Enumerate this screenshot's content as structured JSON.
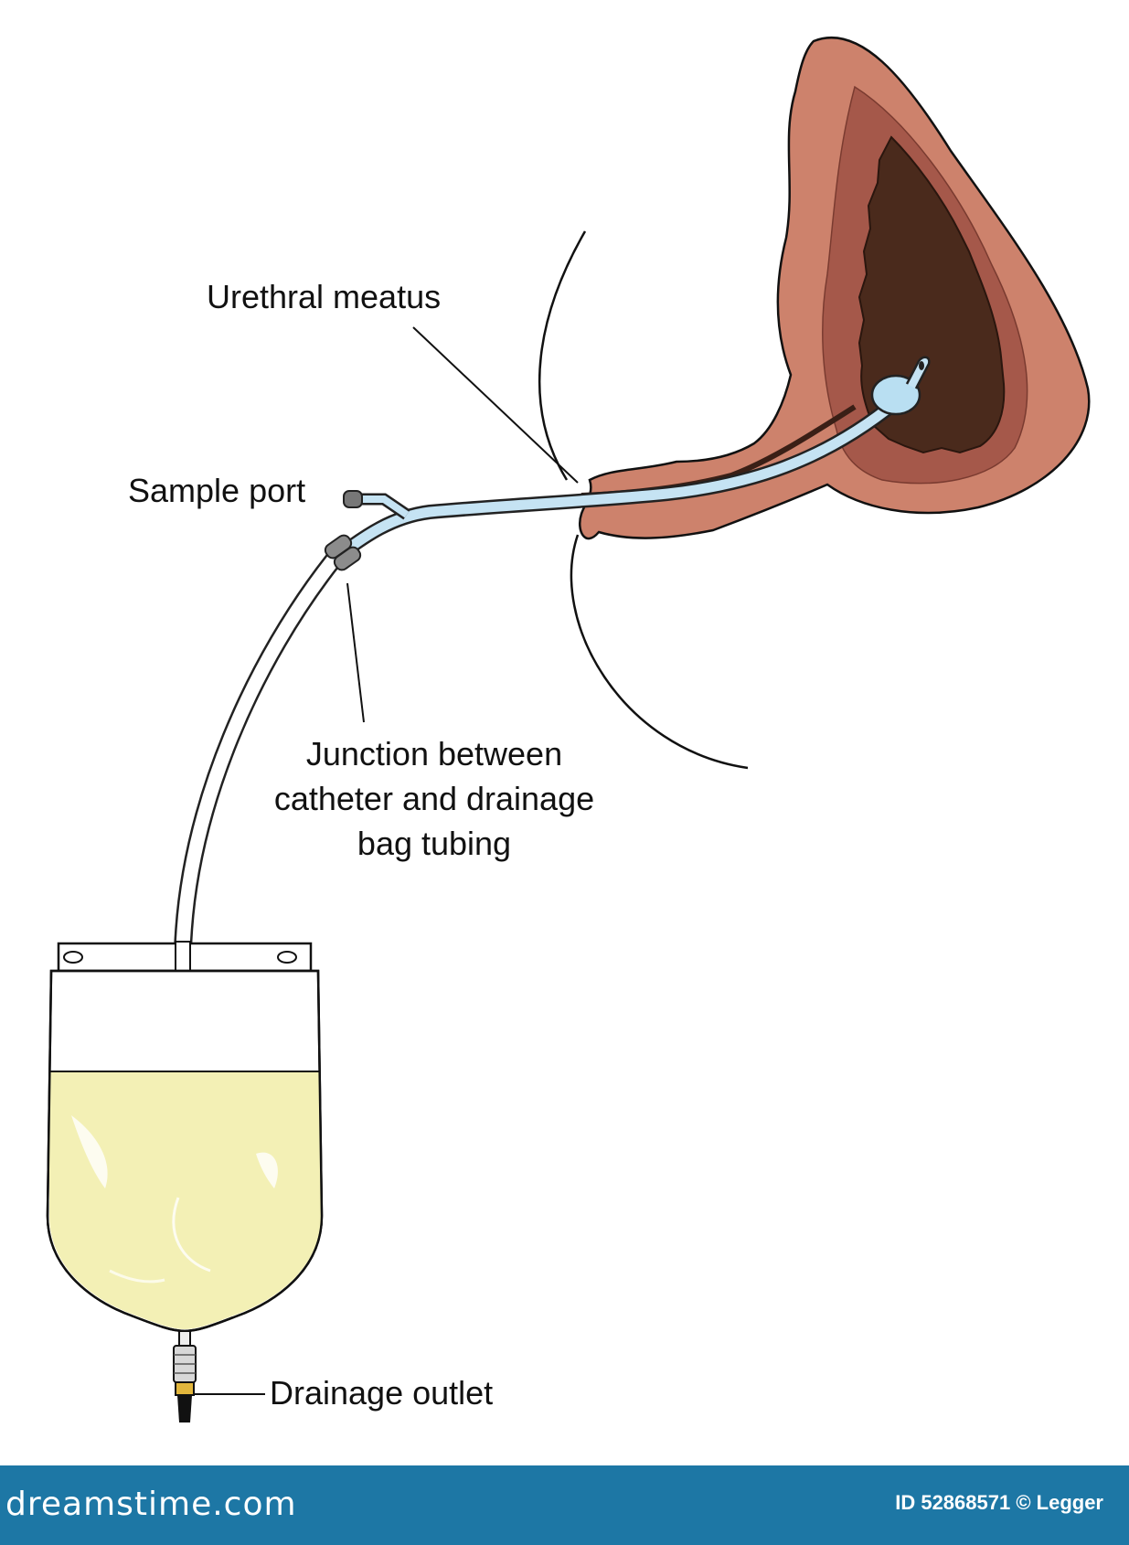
{
  "labels": {
    "urethral_meatus": "Urethral meatus",
    "sample_port": "Sample port",
    "junction": "Junction between catheter and drainage bag tubing",
    "drainage_outlet": "Drainage outlet"
  },
  "footer": {
    "brand": "dreamstime.com",
    "credit": "ID 52868571 © Legger"
  },
  "colors": {
    "bladder_wall": "#cd826c",
    "bladder_inner": "#a5584a",
    "bladder_lumen": "#4a2a1c",
    "tubing": "#c5e3f3",
    "urine": "#f3f0b5",
    "footer_bg": "#1d77a5"
  },
  "icons": {
    "watermark": "spiral-logo-watermark"
  }
}
